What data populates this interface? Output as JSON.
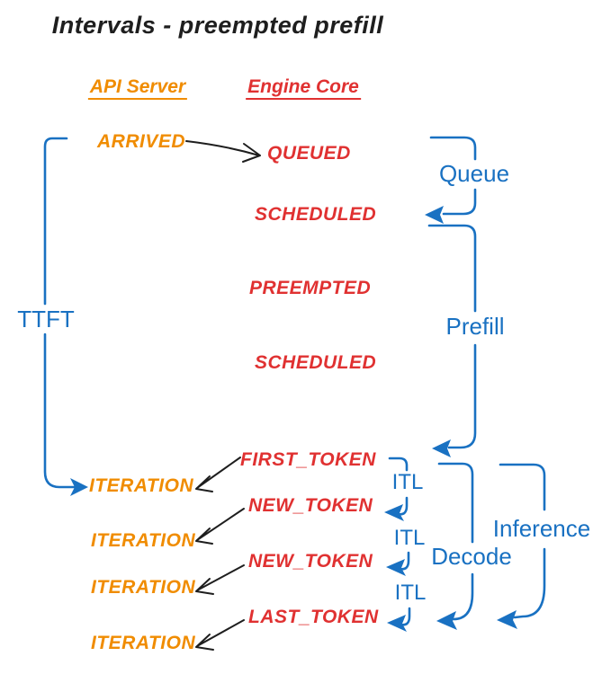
{
  "title": "Intervals - preempted prefill",
  "columns": {
    "api_server": "API Server",
    "engine_core": "Engine Core"
  },
  "api_events": [
    {
      "label": "ARRIVED"
    },
    {
      "label": "ITERATION"
    },
    {
      "label": "ITERATION"
    },
    {
      "label": "ITERATION"
    },
    {
      "label": "ITERATION"
    }
  ],
  "engine_events": [
    {
      "label": "QUEUED"
    },
    {
      "label": "SCHEDULED"
    },
    {
      "label": "PREEMPTED"
    },
    {
      "label": "SCHEDULED"
    },
    {
      "label": "FIRST_TOKEN"
    },
    {
      "label": "NEW_TOKEN"
    },
    {
      "label": "NEW_TOKEN"
    },
    {
      "label": "LAST_TOKEN"
    }
  ],
  "intervals": {
    "ttft": "TTFT",
    "queue": "Queue",
    "prefill": "Prefill",
    "itl_1": "ITL",
    "itl_2": "ITL",
    "itl_3": "ITL",
    "decode": "Decode",
    "inference": "Inference"
  },
  "colors": {
    "background": "#ffffff",
    "ink": "#1e1e1e",
    "api_accent": "#f08c00",
    "engine_accent": "#e03131",
    "interval_accent": "#1971c2"
  }
}
